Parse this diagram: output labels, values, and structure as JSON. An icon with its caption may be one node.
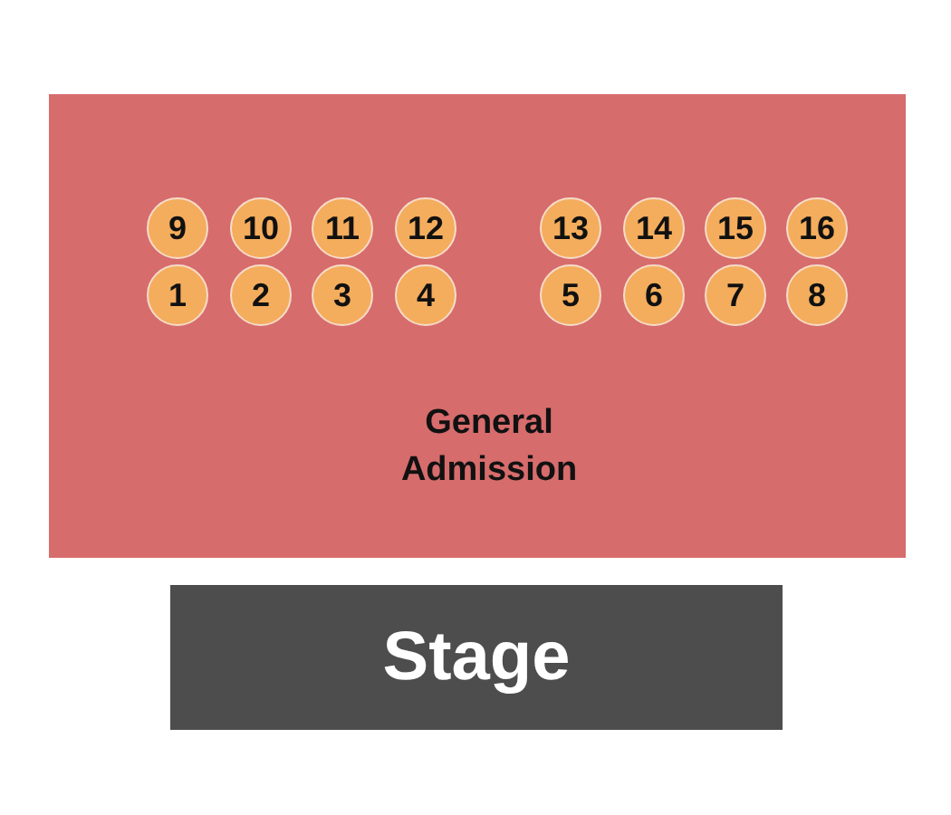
{
  "diagram": {
    "nodes": [
      {
        "text": [
          "General Admission"
        ]
      },
      {
        "text": [
          "9"
        ],
        "in": 0
      },
      {
        "text": [
          "10"
        ],
        "in": 0
      },
      {
        "text": [
          "11"
        ],
        "in": 0
      },
      {
        "text": [
          "12"
        ],
        "in": 0
      },
      {
        "text": [
          "13"
        ],
        "in": 0
      },
      {
        "text": [
          "14"
        ],
        "in": 0
      },
      {
        "text": [
          "15"
        ],
        "in": 0
      },
      {
        "text": [
          "16"
        ],
        "in": 0
      },
      {
        "text": [
          "1"
        ],
        "in": 0
      },
      {
        "text": [
          "2"
        ],
        "in": 0
      },
      {
        "text": [
          "3"
        ],
        "in": 0
      },
      {
        "text": [
          "4"
        ],
        "in": 0
      },
      {
        "text": [
          "5"
        ],
        "in": 0
      },
      {
        "text": [
          "6"
        ],
        "in": 0
      },
      {
        "text": [
          "7"
        ],
        "in": 0
      },
      {
        "text": [
          "8"
        ],
        "in": 0
      },
      {
        "text": [
          "Stage"
        ]
      }
    ]
  }
}
